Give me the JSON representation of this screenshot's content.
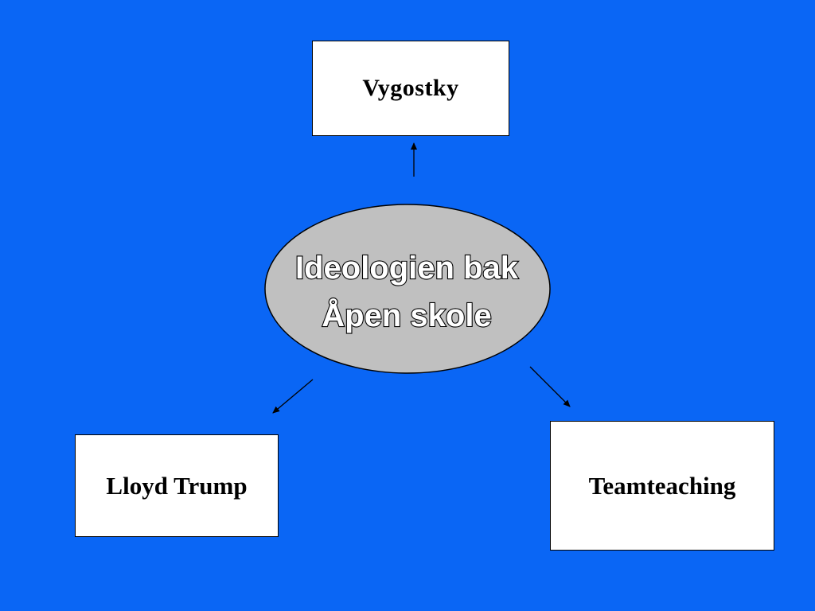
{
  "slide": {
    "background_color": "#0a66f5",
    "center": {
      "line1": "Ideologien bak",
      "line2": "Åpen skole",
      "fill_color": "#c0c0c0"
    },
    "nodes": {
      "top": "Vygostky",
      "left": "Lloyd Trump",
      "right": "Teamteaching"
    }
  }
}
